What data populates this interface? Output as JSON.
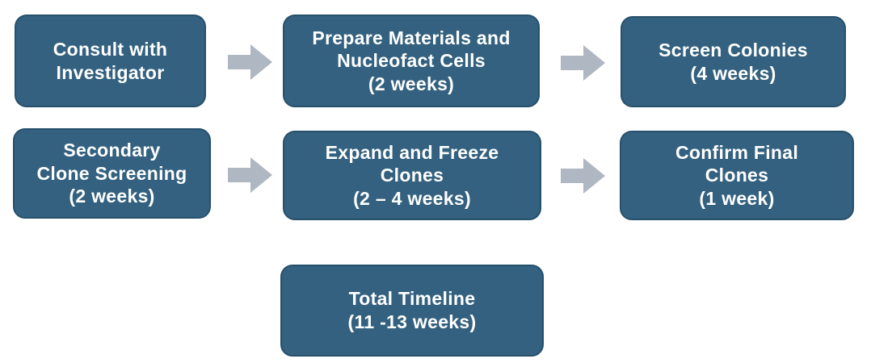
{
  "flowchart": {
    "colors": {
      "box_fill": "#33617F",
      "box_border": "#26506C",
      "arrow": "#AFB8C2",
      "text": "#FFFFFF",
      "background": "#FFFFFF"
    },
    "boxes": [
      {
        "text": "Consult with\nInvestigator"
      },
      {
        "text": "Prepare Materials and\nNucleofact Cells\n(2 weeks)"
      },
      {
        "text": "Screen Colonies\n(4 weeks)"
      },
      {
        "text": "Secondary\nClone Screening\n(2 weeks)"
      },
      {
        "text": "Expand and Freeze\nClones\n(2 – 4 weeks)"
      },
      {
        "text": "Confirm Final\nClones\n(1 week)"
      },
      {
        "text": "Total Timeline\n(11 -13 weeks)"
      }
    ],
    "arrows": [
      {
        "from": "Consult with Investigator",
        "to": "Prepare Materials and Nucleofact Cells"
      },
      {
        "from": "Prepare Materials and Nucleofact Cells",
        "to": "Screen Colonies"
      },
      {
        "from": "Secondary Clone Screening",
        "to": "Expand and Freeze Clones"
      },
      {
        "from": "Expand and Freeze Clones",
        "to": "Confirm Final Clones"
      }
    ]
  }
}
